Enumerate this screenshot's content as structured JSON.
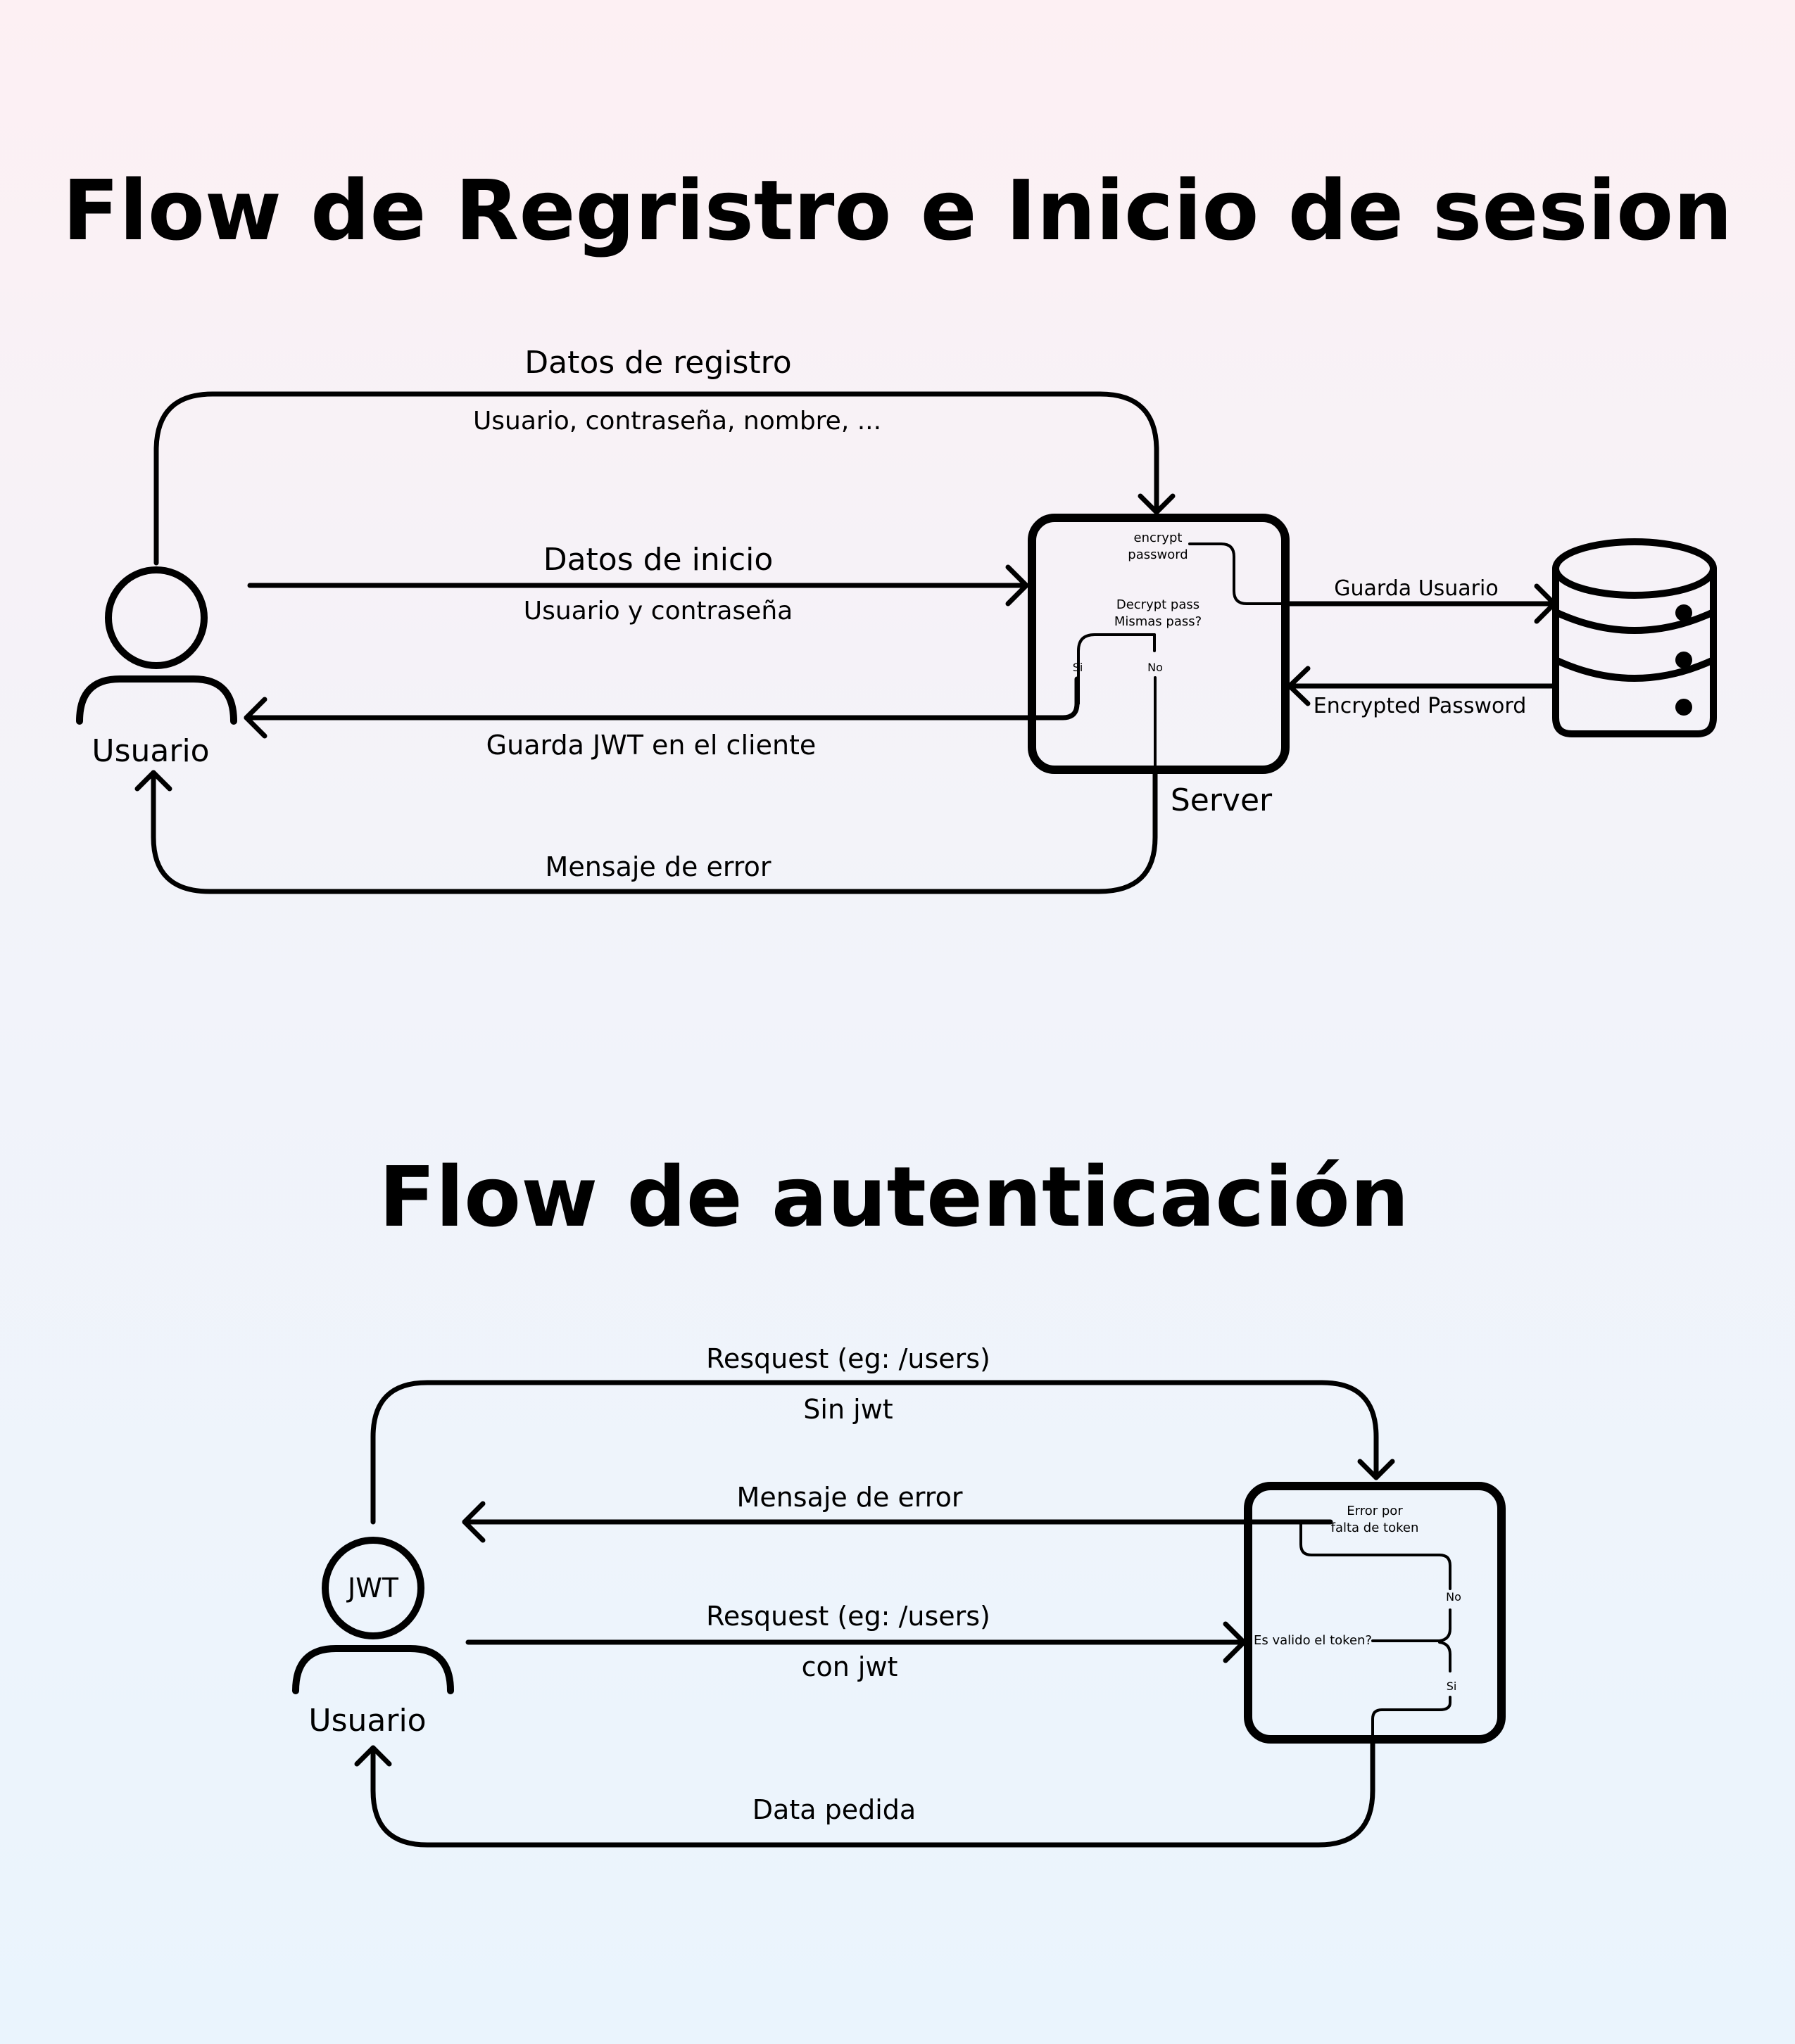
{
  "login_flow": {
    "title": "Flow de Regristro e Inicio de sesion",
    "user_label": "Usuario",
    "server_label": "Server",
    "register": {
      "label": "Datos de registro",
      "sublabel": "Usuario, contraseña, nombre, ..."
    },
    "login": {
      "label": "Datos de inicio",
      "sublabel": "Usuario y contraseña"
    },
    "jwt_return": "Guarda JWT en el cliente",
    "error_return": "Mensaje de error",
    "server": {
      "encrypt_line1": "encrypt",
      "encrypt_line2": "password",
      "decrypt_line1": "Decrypt pass",
      "decrypt_line2": "Mismas pass?",
      "yes": "Si",
      "no": "No"
    },
    "save_user": "Guarda Usuario",
    "encrypted_password": "Encrypted Password"
  },
  "auth_flow": {
    "title": "Flow de autenticación",
    "user_label": "Usuario",
    "token_label": "JWT",
    "request_no_jwt": {
      "label": "Resquest (eg: /users)",
      "sublabel": "Sin jwt"
    },
    "error_return": "Mensaje de error",
    "request_jwt": {
      "label": "Resquest (eg: /users)",
      "sublabel": "con jwt"
    },
    "data_return": "Data pedida",
    "server": {
      "error_line1": "Error por",
      "error_line2": "falta de token",
      "no": "No",
      "question": "Es valido el token?",
      "yes": "Si"
    }
  }
}
